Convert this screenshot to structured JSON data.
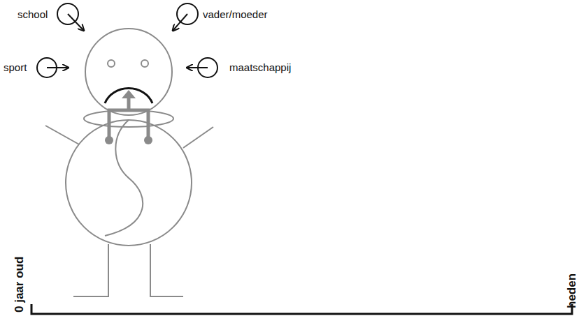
{
  "diagram": {
    "labels": [
      "school",
      "vader/moeder",
      "sport",
      "maatschappij",
      "0 jaar oud",
      "heden"
    ]
  }
}
